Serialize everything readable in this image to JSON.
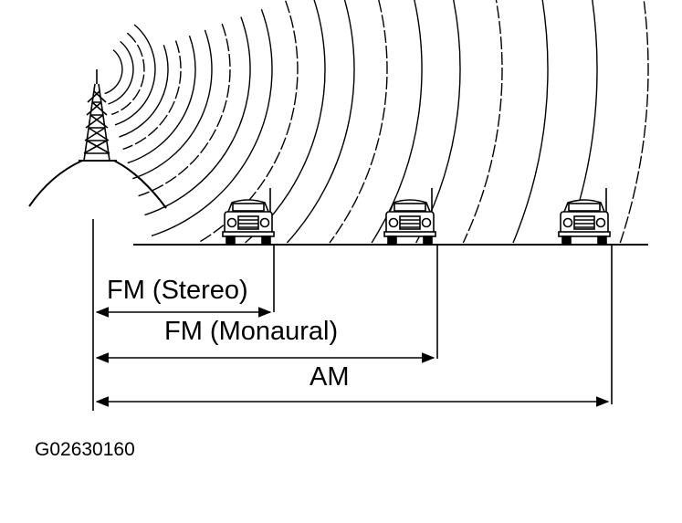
{
  "labels": {
    "fm_stereo": "FM (Stereo)",
    "fm_monaural": "FM (Monaural)",
    "am": "AM"
  },
  "figure_code": "G02630160"
}
